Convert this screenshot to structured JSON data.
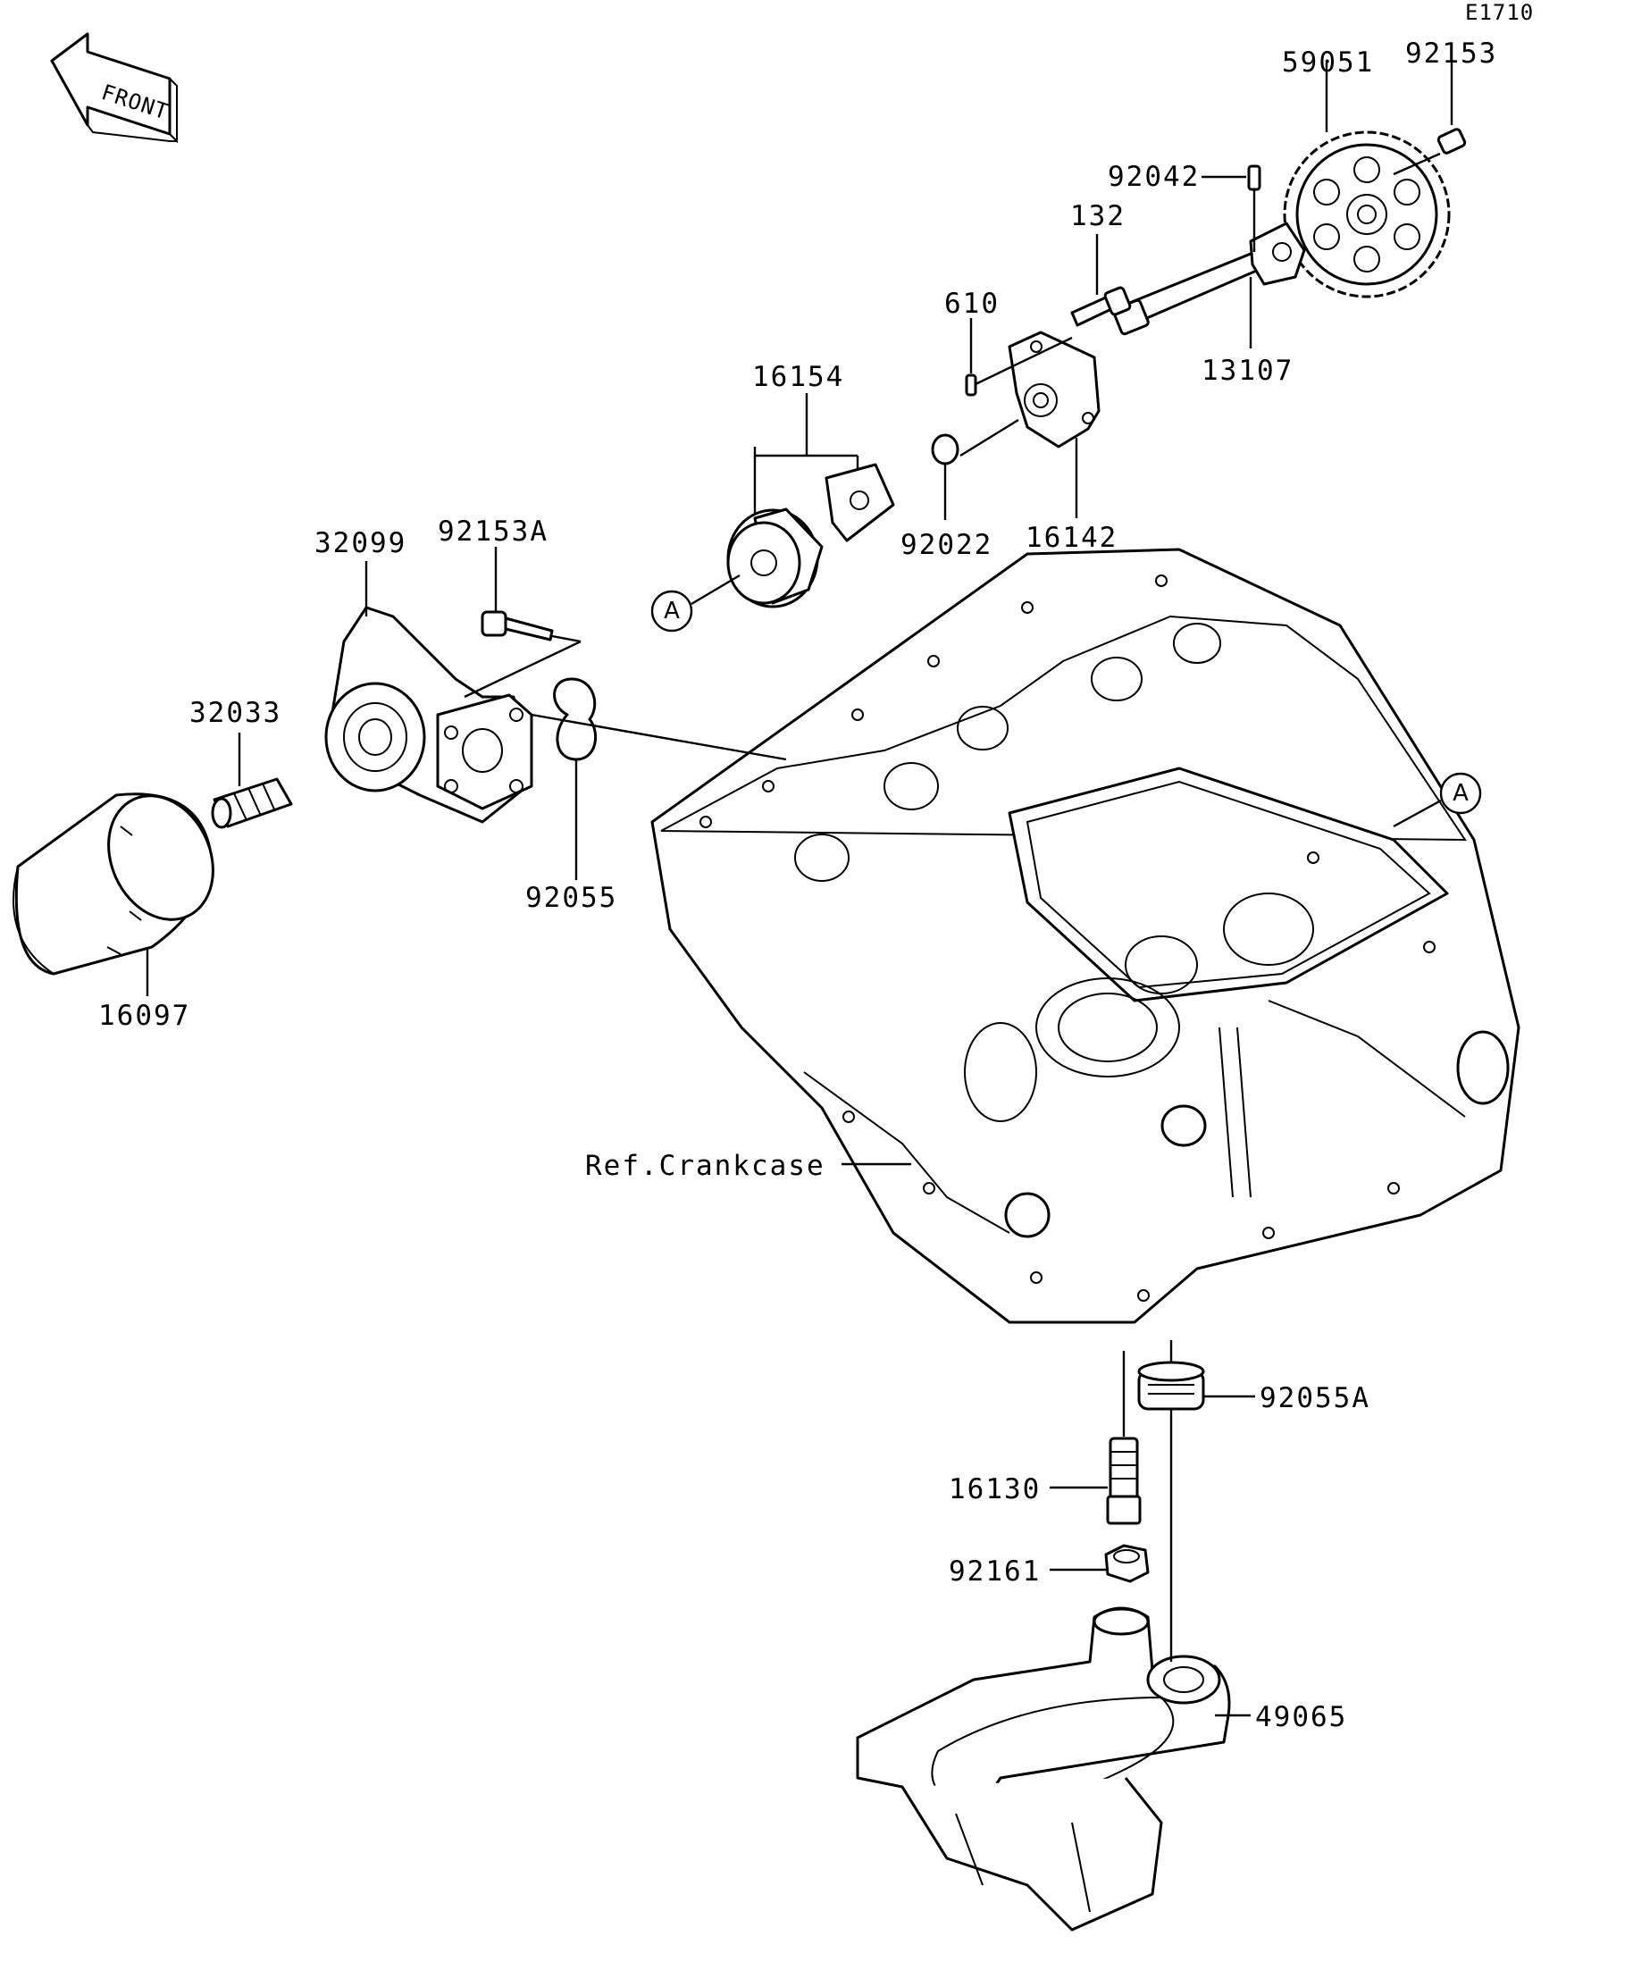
{
  "diagram_code": "E1710",
  "front_label": "FRONT",
  "reference_label": "Ref.Crankcase",
  "callouts": {
    "c59051": "59051",
    "c92153": "92153",
    "c92042": "92042",
    "c132": "132",
    "c610": "610",
    "c13107": "13107",
    "c16154": "16154",
    "c16142": "16142",
    "c92022": "92022",
    "c32099": "32099",
    "c92153A": "92153A",
    "c32033": "32033",
    "c92055": "92055",
    "c16097": "16097",
    "c92055A": "92055A",
    "c16130": "16130",
    "c92161": "92161",
    "c49065": "49065"
  },
  "markers": {
    "a_left": "A",
    "a_right": "A"
  }
}
